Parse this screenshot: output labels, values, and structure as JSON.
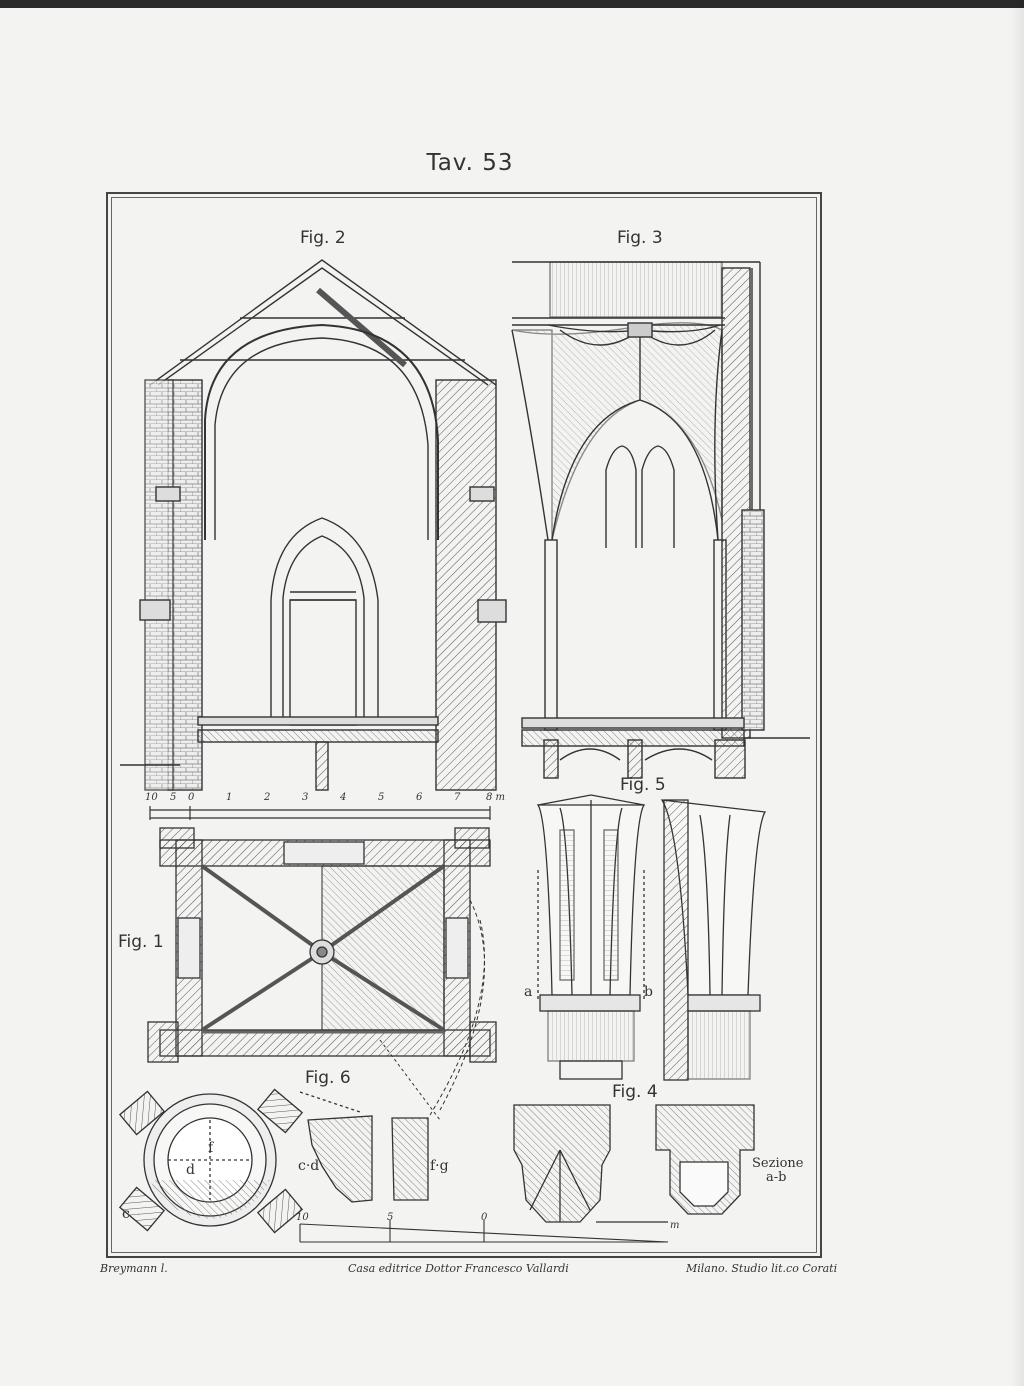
{
  "plate": {
    "title": "Tav. 53"
  },
  "figures": {
    "fig1": "Fig. 1",
    "fig2": "Fig. 2",
    "fig3": "Fig. 3",
    "fig4": "Fig. 4",
    "fig5": "Fig. 5",
    "fig6": "Fig. 6"
  },
  "scale_bar": {
    "ticks": [
      "10",
      "5",
      "0",
      "1",
      "2",
      "3",
      "4",
      "5",
      "6",
      "7",
      "8 m"
    ]
  },
  "small_scale": {
    "ticks": [
      "10",
      "5",
      "0"
    ],
    "unit": "m"
  },
  "annotations": {
    "a": "a",
    "b": "b",
    "cd": "c·d",
    "fg": "f·g",
    "c": "c",
    "d": "d",
    "f": "f",
    "section_label_1": "Sezione",
    "section_label_2": "a-b"
  },
  "credits": {
    "left": "Breymann l.",
    "center": "Casa editrice Dottor Francesco Vallardi",
    "right": "Milano. Studio lit.co Corati"
  }
}
